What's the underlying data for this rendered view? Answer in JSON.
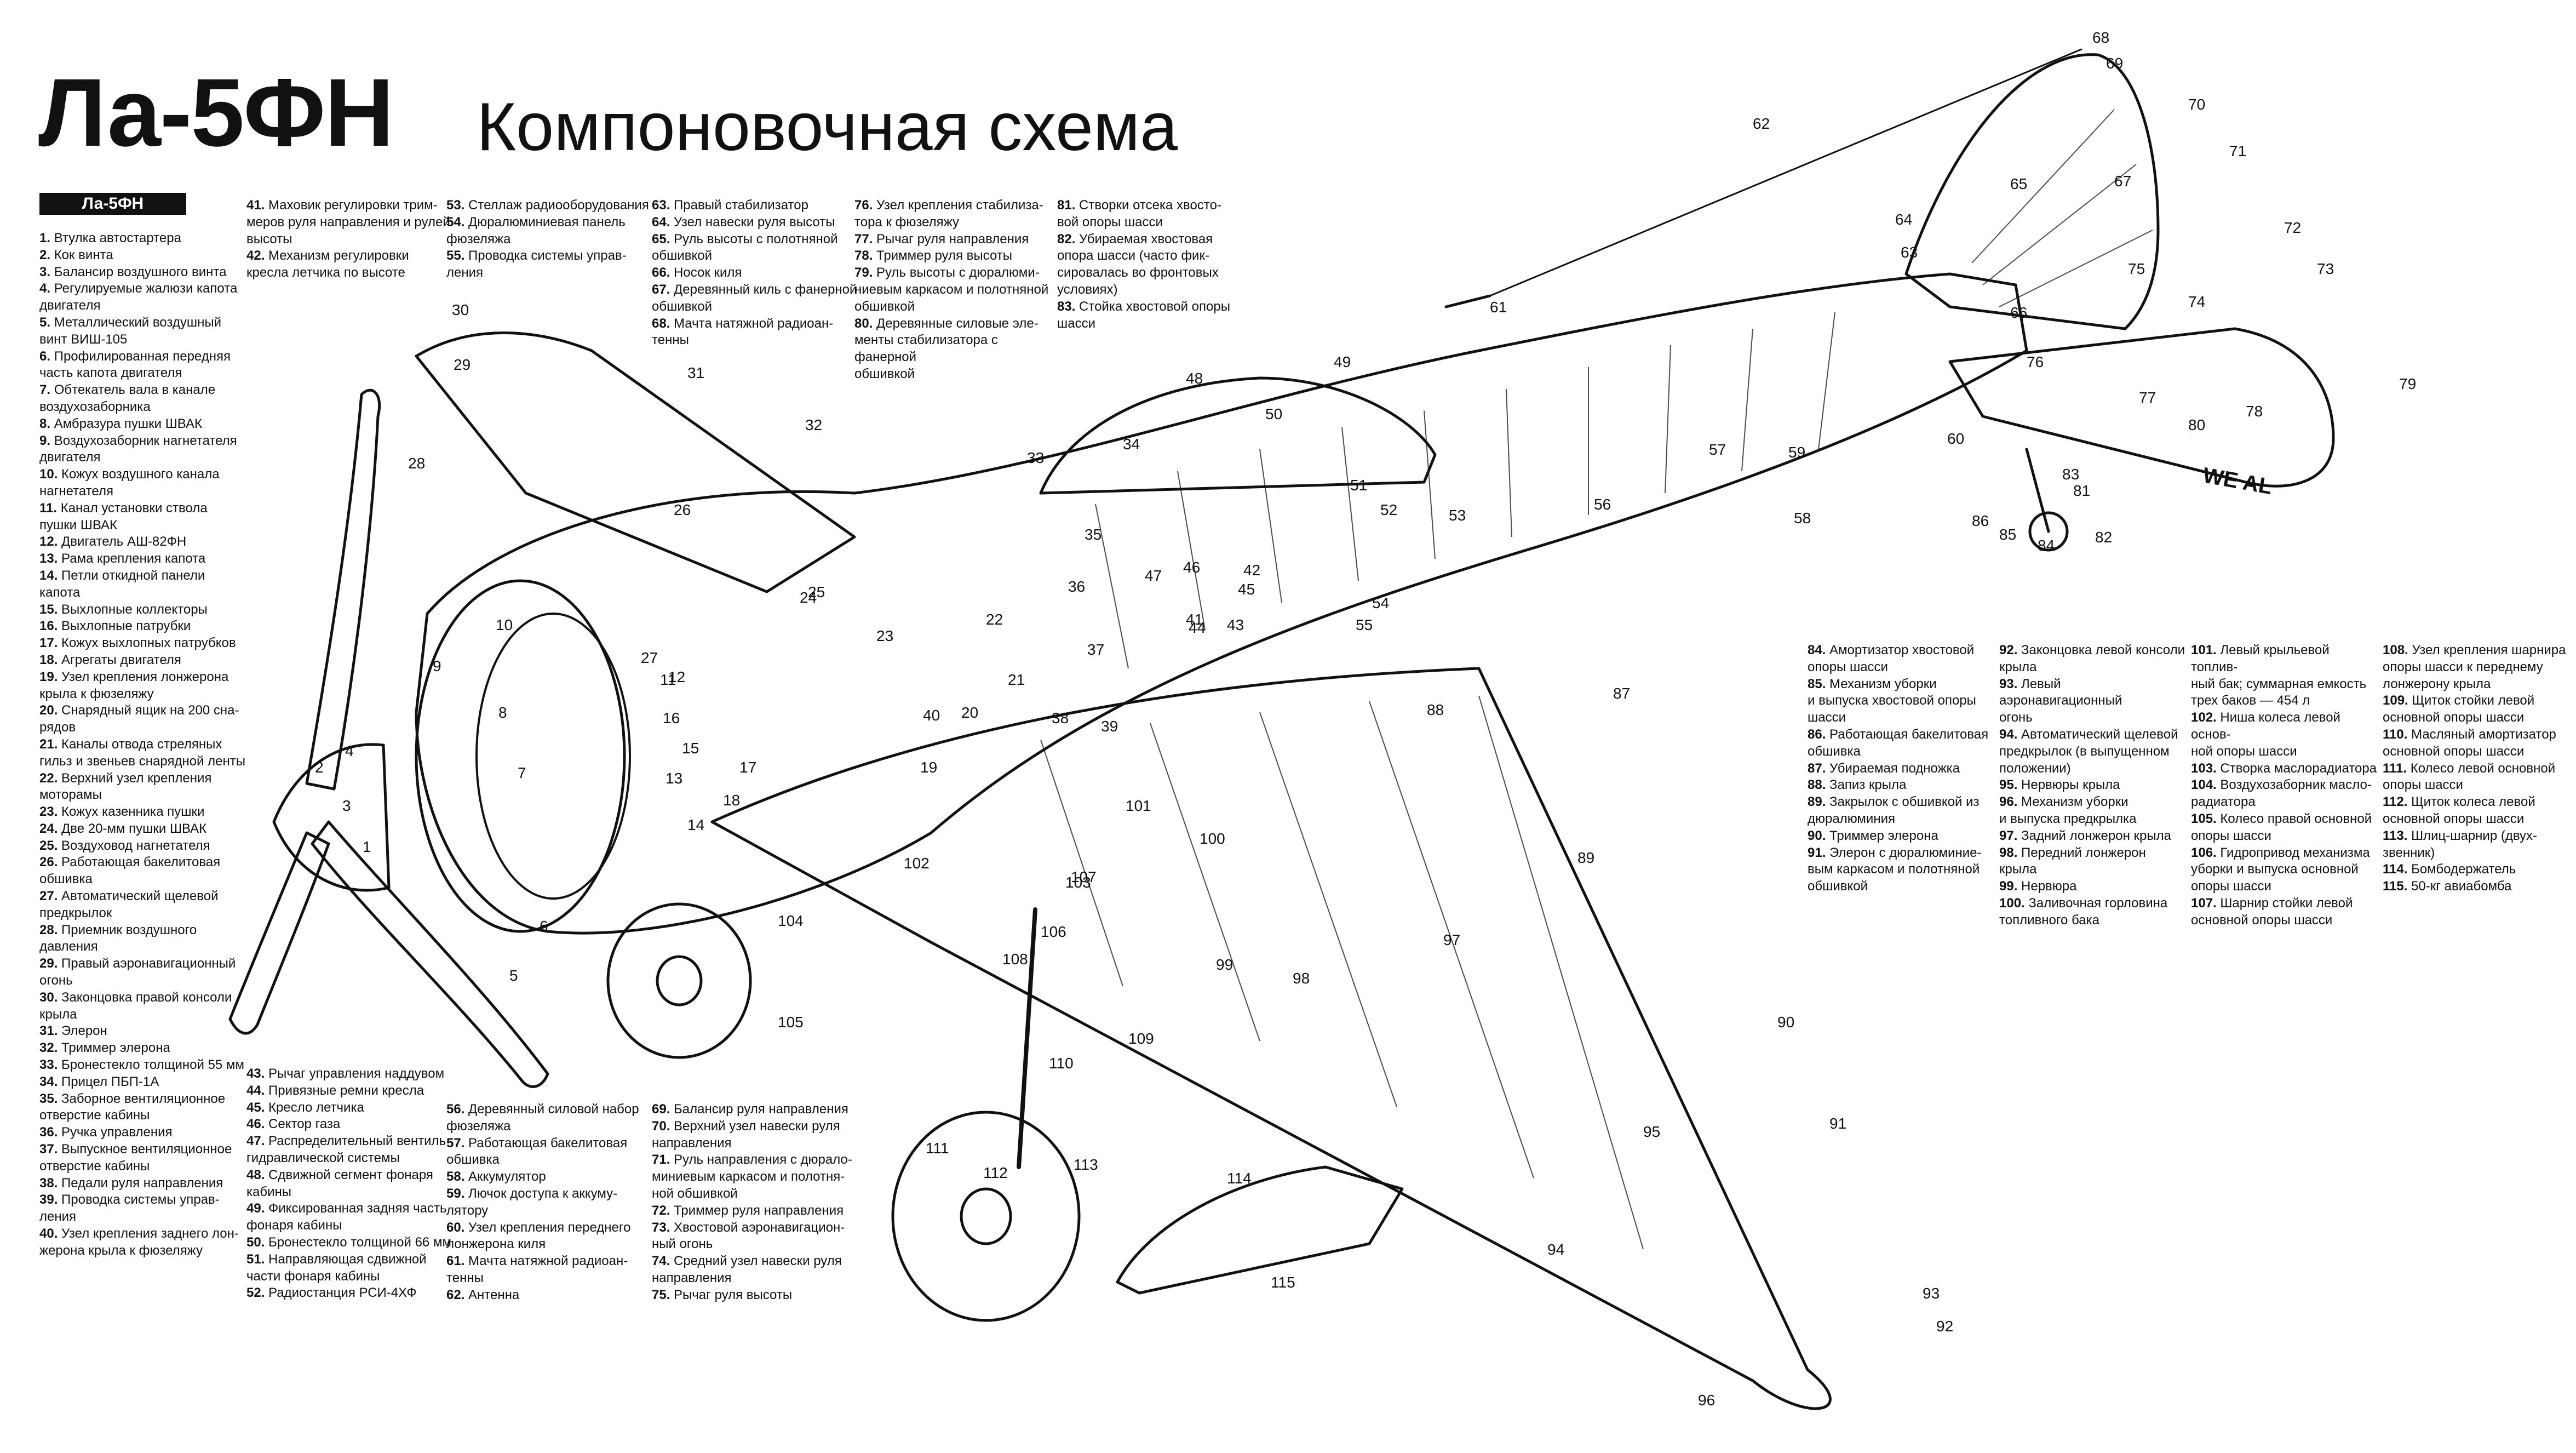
{
  "title": "Ла-5ФН",
  "subtitle": "Компоновочная схема",
  "legend_header": "Ла-5ФН",
  "legend": [
    [
      {
        "n": "1.",
        "t": "Втулка автостартера"
      },
      {
        "n": "2.",
        "t": "Кок винта"
      },
      {
        "n": "3.",
        "t": "Балансир воздушного винта"
      },
      {
        "n": "4.",
        "t": "Регулируемые жалюзи капота"
      },
      {
        "n": "",
        "t": "двигателя"
      },
      {
        "n": "5.",
        "t": "Металлический воздушный"
      },
      {
        "n": "",
        "t": "винт ВИШ-105"
      },
      {
        "n": "6.",
        "t": "Профилированная передняя"
      },
      {
        "n": "",
        "t": "часть капота двигателя"
      },
      {
        "n": "7.",
        "t": "Обтекатель вала в канале"
      },
      {
        "n": "",
        "t": "воздухозаборника"
      },
      {
        "n": "8.",
        "t": "Амбразура пушки ШВАК"
      },
      {
        "n": "9.",
        "t": "Воздухозаборник нагнетателя"
      },
      {
        "n": "",
        "t": "двигателя"
      },
      {
        "n": "10.",
        "t": "Кожух воздушного канала"
      },
      {
        "n": "",
        "t": "нагнетателя"
      },
      {
        "n": "11.",
        "t": "Канал установки ствола"
      },
      {
        "n": "",
        "t": "пушки ШВАК"
      },
      {
        "n": "12.",
        "t": "Двигатель АШ-82ФН"
      },
      {
        "n": "13.",
        "t": "Рама крепления капота"
      },
      {
        "n": "14.",
        "t": "Петли откидной панели"
      },
      {
        "n": "",
        "t": "капота"
      },
      {
        "n": "15.",
        "t": "Выхлопные коллекторы"
      },
      {
        "n": "16.",
        "t": "Выхлопные патрубки"
      },
      {
        "n": "17.",
        "t": "Кожух выхлопных патрубков"
      },
      {
        "n": "18.",
        "t": "Агрегаты двигателя"
      },
      {
        "n": "19.",
        "t": "Узел крепления лонжерона"
      },
      {
        "n": "",
        "t": "крыла к фюзеляжу"
      },
      {
        "n": "20.",
        "t": "Снарядный ящик на 200 сна-"
      },
      {
        "n": "",
        "t": "рядов"
      },
      {
        "n": "21.",
        "t": "Каналы отвода стреляных"
      },
      {
        "n": "",
        "t": "гильз и звеньев снарядной ленты"
      },
      {
        "n": "22.",
        "t": "Верхний узел крепления"
      },
      {
        "n": "",
        "t": "моторамы"
      },
      {
        "n": "23.",
        "t": "Кожух казенника пушки"
      },
      {
        "n": "24.",
        "t": "Две 20-мм пушки ШВАК"
      },
      {
        "n": "25.",
        "t": "Воздуховод нагнетателя"
      },
      {
        "n": "26.",
        "t": "Работающая бакелитовая"
      },
      {
        "n": "",
        "t": "обшивка"
      },
      {
        "n": "27.",
        "t": "Автоматический щелевой"
      },
      {
        "n": "",
        "t": "предкрылок"
      },
      {
        "n": "28.",
        "t": "Приемник воздушного"
      },
      {
        "n": "",
        "t": "давления"
      },
      {
        "n": "29.",
        "t": "Правый аэронавигационный"
      },
      {
        "n": "",
        "t": "огонь"
      },
      {
        "n": "30.",
        "t": "Законцовка правой консоли"
      },
      {
        "n": "",
        "t": "крыла"
      },
      {
        "n": "31.",
        "t": "Элерон"
      },
      {
        "n": "32.",
        "t": "Триммер элерона"
      },
      {
        "n": "33.",
        "t": "Бронестекло толщиной 55 мм"
      },
      {
        "n": "34.",
        "t": "Прицел ПБП-1А"
      },
      {
        "n": "35.",
        "t": "Заборное вентиляционное"
      },
      {
        "n": "",
        "t": "отверстие кабины"
      },
      {
        "n": "36.",
        "t": "Ручка управления"
      },
      {
        "n": "37.",
        "t": "Выпускное вентиляционное"
      },
      {
        "n": "",
        "t": "отверстие кабины"
      },
      {
        "n": "38.",
        "t": "Педали руля направления"
      },
      {
        "n": "39.",
        "t": "Проводка системы управ-"
      },
      {
        "n": "",
        "t": "ления"
      },
      {
        "n": "40.",
        "t": "Узел крепления заднего лон-"
      },
      {
        "n": "",
        "t": "жерона крыла к фюзеляжу"
      }
    ],
    [
      {
        "n": "41.",
        "t": "Маховик регулировки трим-"
      },
      {
        "n": "",
        "t": "меров руля направления и рулей"
      },
      {
        "n": "",
        "t": "высоты"
      },
      {
        "n": "42.",
        "t": "Механизм регулировки"
      },
      {
        "n": "",
        "t": "кресла летчика по высоте"
      }
    ],
    [
      {
        "n": "43.",
        "t": "Рычаг управления наддувом"
      },
      {
        "n": "44.",
        "t": "Привязные ремни кресла"
      },
      {
        "n": "45.",
        "t": "Кресло летчика"
      },
      {
        "n": "46.",
        "t": "Сектор газа"
      },
      {
        "n": "47.",
        "t": "Распределительный вентиль"
      },
      {
        "n": "",
        "t": "гидравлической системы"
      },
      {
        "n": "48.",
        "t": "Сдвижной сегмент фонаря"
      },
      {
        "n": "",
        "t": "кабины"
      },
      {
        "n": "49.",
        "t": "Фиксированная задняя часть"
      },
      {
        "n": "",
        "t": "фонаря кабины"
      },
      {
        "n": "50.",
        "t": "Бронестекло толщиной 66 мм"
      },
      {
        "n": "51.",
        "t": "Направляющая сдвижной"
      },
      {
        "n": "",
        "t": "части фонаря кабины"
      },
      {
        "n": "52.",
        "t": "Радиостанция РСИ-4ХФ"
      }
    ],
    [
      {
        "n": "53.",
        "t": "Стеллаж радиооборудования"
      },
      {
        "n": "54.",
        "t": "Дюралюминиевая панель"
      },
      {
        "n": "",
        "t": "фюзеляжа"
      },
      {
        "n": "55.",
        "t": "Проводка системы управ-"
      },
      {
        "n": "",
        "t": "ления"
      }
    ],
    [
      {
        "n": "56.",
        "t": "Деревянный силовой набор"
      },
      {
        "n": "",
        "t": "фюзеляжа"
      },
      {
        "n": "57.",
        "t": "Работающая бакелитовая"
      },
      {
        "n": "",
        "t": "обшивка"
      },
      {
        "n": "58.",
        "t": "Аккумулятор"
      },
      {
        "n": "59.",
        "t": "Лючок доступа к аккуму-"
      },
      {
        "n": "",
        "t": "лятору"
      },
      {
        "n": "60.",
        "t": "Узел крепления переднего"
      },
      {
        "n": "",
        "t": "лонжерона киля"
      },
      {
        "n": "61.",
        "t": "Мачта натяжной радиоан-"
      },
      {
        "n": "",
        "t": "тенны"
      },
      {
        "n": "62.",
        "t": "Антенна"
      }
    ],
    [
      {
        "n": "63.",
        "t": "Правый стабилизатор"
      },
      {
        "n": "64.",
        "t": "Узел навески руля высоты"
      },
      {
        "n": "65.",
        "t": "Руль высоты с полотняной"
      },
      {
        "n": "",
        "t": "обшивкой"
      },
      {
        "n": "66.",
        "t": "Носок киля"
      },
      {
        "n": "67.",
        "t": "Деревянный киль с фанерной"
      },
      {
        "n": "",
        "t": "обшивкой"
      },
      {
        "n": "68.",
        "t": "Мачта натяжной радиоан-"
      },
      {
        "n": "",
        "t": "тенны"
      }
    ],
    [
      {
        "n": "69.",
        "t": "Балансир руля направления"
      },
      {
        "n": "70.",
        "t": "Верхний узел навески руля"
      },
      {
        "n": "",
        "t": "направления"
      },
      {
        "n": "71.",
        "t": "Руль направления с дюрало-"
      },
      {
        "n": "",
        "t": "миниевым каркасом и полотня-"
      },
      {
        "n": "",
        "t": "ной обшивкой"
      },
      {
        "n": "72.",
        "t": "Триммер руля направления"
      },
      {
        "n": "73.",
        "t": "Хвостовой аэронавигацион-"
      },
      {
        "n": "",
        "t": "ный огонь"
      },
      {
        "n": "74.",
        "t": "Средний узел навески руля"
      },
      {
        "n": "",
        "t": "направления"
      },
      {
        "n": "75.",
        "t": "Рычаг руля высоты"
      }
    ],
    [
      {
        "n": "76.",
        "t": "Узел крепления стабилиза-"
      },
      {
        "n": "",
        "t": "тора к фюзеляжу"
      },
      {
        "n": "77.",
        "t": "Рычаг руля направления"
      },
      {
        "n": "78.",
        "t": "Триммер руля высоты"
      },
      {
        "n": "79.",
        "t": "Руль высоты с дюралюми-"
      },
      {
        "n": "",
        "t": "ниевым каркасом и полотняной"
      },
      {
        "n": "",
        "t": "обшивкой"
      },
      {
        "n": "80.",
        "t": "Деревянные силовые эле-"
      },
      {
        "n": "",
        "t": "менты стабилизатора с фанерной"
      },
      {
        "n": "",
        "t": "обшивкой"
      }
    ],
    [
      {
        "n": "81.",
        "t": "Створки отсека хвосто-"
      },
      {
        "n": "",
        "t": "вой опоры шасси"
      },
      {
        "n": "82.",
        "t": "Убираемая хвостовая"
      },
      {
        "n": "",
        "t": "опора шасси (часто фик-"
      },
      {
        "n": "",
        "t": "сировалась во фронтовых"
      },
      {
        "n": "",
        "t": "условиях)"
      },
      {
        "n": "83.",
        "t": "Стойка хвостовой опоры"
      },
      {
        "n": "",
        "t": "шасси"
      }
    ],
    [
      {
        "n": "84.",
        "t": "Амортизатор хвостовой"
      },
      {
        "n": "",
        "t": "опоры шасси"
      },
      {
        "n": "85.",
        "t": "Механизм уборки"
      },
      {
        "n": "",
        "t": "и выпуска хвостовой опоры"
      },
      {
        "n": "",
        "t": "шасси"
      },
      {
        "n": "86.",
        "t": "Работающая бакелитовая"
      },
      {
        "n": "",
        "t": "обшивка"
      },
      {
        "n": "87.",
        "t": "Убираемая подножка"
      },
      {
        "n": "88.",
        "t": "Запиз крыла"
      },
      {
        "n": "89.",
        "t": "Закрылок с обшивкой из"
      },
      {
        "n": "",
        "t": "дюралюминия"
      },
      {
        "n": "90.",
        "t": "Триммер элерона"
      },
      {
        "n": "91.",
        "t": "Элерон с дюралюминие-"
      },
      {
        "n": "",
        "t": "вым каркасом и полотняной"
      },
      {
        "n": "",
        "t": "обшивкой"
      }
    ],
    [
      {
        "n": "92.",
        "t": "Законцовка левой консоли"
      },
      {
        "n": "",
        "t": "крыла"
      },
      {
        "n": "93.",
        "t": "Левый аэронавигационный"
      },
      {
        "n": "",
        "t": "огонь"
      },
      {
        "n": "94.",
        "t": "Автоматический щелевой"
      },
      {
        "n": "",
        "t": "предкрылок (в выпущенном"
      },
      {
        "n": "",
        "t": "положении)"
      },
      {
        "n": "95.",
        "t": "Нервюры крыла"
      },
      {
        "n": "96.",
        "t": "Механизм уборки"
      },
      {
        "n": "",
        "t": "и выпуска предкрылка"
      },
      {
        "n": "97.",
        "t": "Задний лонжерон крыла"
      },
      {
        "n": "98.",
        "t": "Передний лонжерон крыла"
      },
      {
        "n": "99.",
        "t": "Нервюра"
      },
      {
        "n": "100.",
        "t": "Заливочная горловина"
      },
      {
        "n": "",
        "t": "топливного бака"
      }
    ],
    [
      {
        "n": "101.",
        "t": "Левый крыльевой топлив-"
      },
      {
        "n": "",
        "t": "ный бак; суммарная емкость"
      },
      {
        "n": "",
        "t": "трех баков — 454 л"
      },
      {
        "n": "102.",
        "t": "Ниша колеса левой основ-"
      },
      {
        "n": "",
        "t": "ной опоры шасси"
      },
      {
        "n": "103.",
        "t": "Створка маслорадиатора"
      },
      {
        "n": "104.",
        "t": "Воздухозаборник масло-"
      },
      {
        "n": "",
        "t": "радиатора"
      },
      {
        "n": "105.",
        "t": "Колесо правой основной"
      },
      {
        "n": "",
        "t": "опоры шасси"
      },
      {
        "n": "106.",
        "t": "Гидропривод механизма"
      },
      {
        "n": "",
        "t": "уборки и выпуска основной"
      },
      {
        "n": "",
        "t": "опоры шасси"
      },
      {
        "n": "107.",
        "t": "Шарнир стойки левой"
      },
      {
        "n": "",
        "t": "основной опоры шасси"
      }
    ],
    [
      {
        "n": "108.",
        "t": "Узел крепления шарнира"
      },
      {
        "n": "",
        "t": "опоры шасси к переднему"
      },
      {
        "n": "",
        "t": "лонжерону крыла"
      },
      {
        "n": "109.",
        "t": "Щиток стойки левой"
      },
      {
        "n": "",
        "t": "основной опоры шасси"
      },
      {
        "n": "110.",
        "t": "Масляный амортизатор"
      },
      {
        "n": "",
        "t": "основной опоры шасси"
      },
      {
        "n": "111.",
        "t": "Колесо левой основной"
      },
      {
        "n": "",
        "t": "опоры шасси"
      },
      {
        "n": "112.",
        "t": "Щиток колеса левой"
      },
      {
        "n": "",
        "t": "основной опоры шасси"
      },
      {
        "n": "113.",
        "t": "Шлиц-шарнир (двух-"
      },
      {
        "n": "",
        "t": "звенник)"
      },
      {
        "n": "114.",
        "t": "Бомбодержатель"
      },
      {
        "n": "115.",
        "t": "50-кг авиабомба"
      }
    ]
  ],
  "callouts": [
    "1",
    "2",
    "3",
    "4",
    "5",
    "6",
    "7",
    "8",
    "9",
    "10",
    "11",
    "12",
    "13",
    "14",
    "15",
    "16",
    "17",
    "18",
    "19",
    "20",
    "21",
    "22",
    "23",
    "24",
    "25",
    "26",
    "27",
    "28",
    "29",
    "30",
    "31",
    "32",
    "33",
    "34",
    "35",
    "36",
    "37",
    "38",
    "39",
    "40",
    "41",
    "42",
    "43",
    "44",
    "45",
    "46",
    "47",
    "48",
    "49",
    "50",
    "51",
    "52",
    "53",
    "54",
    "55",
    "56",
    "57",
    "58",
    "59",
    "60",
    "61",
    "62",
    "63",
    "64",
    "65",
    "66",
    "67",
    "68",
    "69",
    "70",
    "71",
    "72",
    "73",
    "74",
    "75",
    "76",
    "77",
    "78",
    "79",
    "80",
    "81",
    "82",
    "83",
    "84",
    "85",
    "86",
    "87",
    "88",
    "89",
    "90",
    "91",
    "92",
    "93",
    "94",
    "95",
    "96",
    "97",
    "98",
    "99",
    "100",
    "101",
    "102",
    "103",
    "104",
    "105",
    "106",
    "107",
    "108",
    "109",
    "110",
    "111",
    "112",
    "113",
    "114",
    "115"
  ],
  "tail_marking": "WE AL"
}
